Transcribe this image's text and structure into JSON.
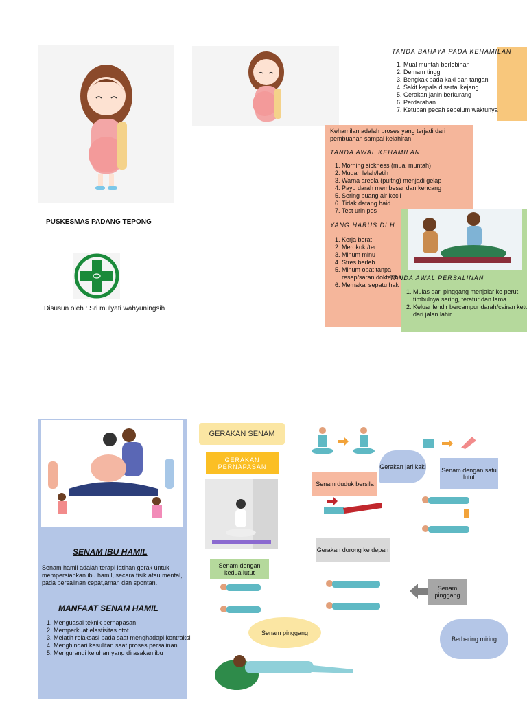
{
  "top_left": {
    "clinic_name": "PUSKESMAS PADANG TEPONG",
    "author": "Disusun oleh : Sri mulyati wahyuningsih"
  },
  "danger": {
    "title": "TANDA BAHAYA PADA KEHAMILAN",
    "items": [
      "Mual muntah berlebihan",
      "Demam tinggi",
      "Bengkak pada kaki dan tangan",
      "Sakit kepala disertai kejang",
      "Gerakan janin berkurang",
      "Perdarahan",
      "Ketuban pecah sebelum waktunya"
    ]
  },
  "pregnancy": {
    "intro": "Kehamilan adalah proses yang terjadi dari pembuahan sampai kelahiran",
    "early_title": "TANDA AWAL KEHAMILAN",
    "early_items": [
      "Morning sickness (mual muntah)",
      "Mudah lelah/letih",
      "Warna areola (puitng) menjadi gelap",
      "Payu darah membesar dan kencang",
      "Sering buang air kecil",
      "Tidak datang haid",
      "Test urin pos"
    ],
    "avoid_title": "YANG HARUS DI H",
    "avoid_items": [
      "Kerja berat",
      "Merokok /ter",
      "Minum minu",
      "Stres berleb",
      "Minum obat tanpa resep/saran dokter/bidan",
      "Memakai sepatu hak tinggi"
    ]
  },
  "labor": {
    "title": "TANDA AWAL PERSALINAN",
    "items": [
      "Mulas dari pinggang menjalar ke perut, timbulnya sering, teratur dan lama",
      "Keluar lendir bercampur darah/cairan ketuban dari jalan lahir"
    ]
  },
  "senam": {
    "title": "SENAM IBU HAMIL",
    "desc": "Senam hamil adalah terapi latihan gerak untuk mempersiapkan ibu hamil, secara fisik atau mental, pada persalinan cepat,aman dan spontan.",
    "benefit_title": "MANFAAT SENAM HAMIL",
    "benefits": [
      "Menguasai teknik pernapasan",
      "Memperkuat elastisitas otot",
      "Melatih relaksasi pada saat menghadapi kontraksi",
      "Menghindari kesulitan saat proses persalinan",
      "Mengurangi keluhan yang dirasakan ibu"
    ]
  },
  "exercise": {
    "banner": "GERAKAN SENAM",
    "breathing": "GERAKAN PERNAPASAN",
    "sit_cross": "Senam duduk bersila",
    "toe": "Gerakan jari kaki",
    "one_knee": "Senam dengan satu lutut",
    "push": "Gerakan dorong ke depan",
    "two_knees": "Senam dengan kedua lutut",
    "hip1": "Senam pinggang",
    "hip2": "Senam pinggang",
    "side": "Berbaring miring"
  },
  "colors": {
    "peach": "#f5b69b",
    "orange_box": "#f8b55b",
    "green_box": "#b5d99c",
    "blue_panel": "#b4c6e7",
    "yellow": "#fbbf24"
  }
}
